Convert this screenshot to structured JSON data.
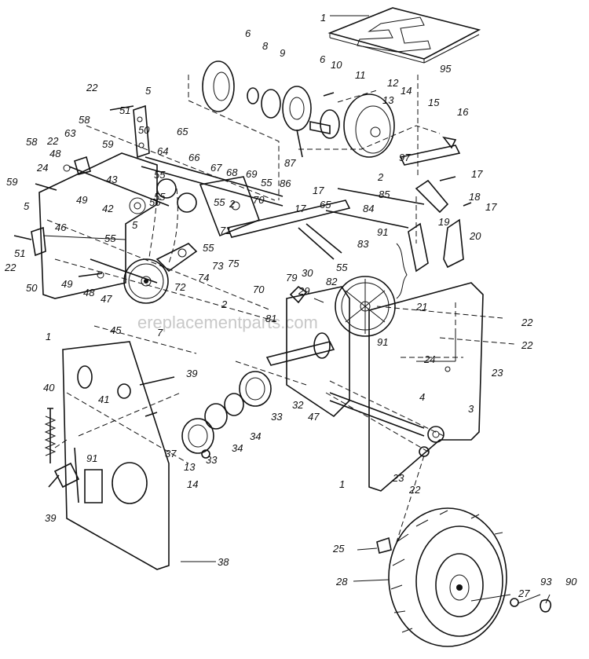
{
  "diagram": {
    "watermark": "ereplacementparts.com",
    "labels": [
      {
        "id": "l1a",
        "text": "1"
      },
      {
        "id": "l95",
        "text": "95"
      },
      {
        "id": "l6a",
        "text": "6"
      },
      {
        "id": "l8",
        "text": "8"
      },
      {
        "id": "l9",
        "text": "9"
      },
      {
        "id": "l6b",
        "text": "6"
      },
      {
        "id": "l10",
        "text": "10"
      },
      {
        "id": "l11",
        "text": "11"
      },
      {
        "id": "l12",
        "text": "12"
      },
      {
        "id": "l13a",
        "text": "13"
      },
      {
        "id": "l14a",
        "text": "14"
      },
      {
        "id": "l15",
        "text": "15"
      },
      {
        "id": "l16",
        "text": "16"
      },
      {
        "id": "l22a",
        "text": "22"
      },
      {
        "id": "l5a",
        "text": "5"
      },
      {
        "id": "l51a",
        "text": "51"
      },
      {
        "id": "l50a",
        "text": "50"
      },
      {
        "id": "l58a",
        "text": "58"
      },
      {
        "id": "l63",
        "text": "63"
      },
      {
        "id": "l59a",
        "text": "59"
      },
      {
        "id": "l22b",
        "text": "22"
      },
      {
        "id": "l48a",
        "text": "48"
      },
      {
        "id": "l65a",
        "text": "65"
      },
      {
        "id": "l58b",
        "text": "58"
      },
      {
        "id": "l24a",
        "text": "24"
      },
      {
        "id": "l64",
        "text": "64"
      },
      {
        "id": "l66",
        "text": "66"
      },
      {
        "id": "l67",
        "text": "67"
      },
      {
        "id": "l68",
        "text": "68"
      },
      {
        "id": "l69",
        "text": "69"
      },
      {
        "id": "l87",
        "text": "87"
      },
      {
        "id": "l97",
        "text": "97"
      },
      {
        "id": "l17a",
        "text": "17"
      },
      {
        "id": "l59b",
        "text": "59"
      },
      {
        "id": "l43",
        "text": "43"
      },
      {
        "id": "l55a",
        "text": "55"
      },
      {
        "id": "l55b",
        "text": "55"
      },
      {
        "id": "l55c",
        "text": "55"
      },
      {
        "id": "l86",
        "text": "86"
      },
      {
        "id": "l2a",
        "text": "2"
      },
      {
        "id": "l85",
        "text": "85"
      },
      {
        "id": "l17b",
        "text": "17"
      },
      {
        "id": "l18",
        "text": "18"
      },
      {
        "id": "l49a",
        "text": "49"
      },
      {
        "id": "l42",
        "text": "42"
      },
      {
        "id": "l56",
        "text": "56"
      },
      {
        "id": "l55d",
        "text": "55"
      },
      {
        "id": "l2b",
        "text": "2"
      },
      {
        "id": "l70a",
        "text": "70"
      },
      {
        "id": "l17c",
        "text": "17"
      },
      {
        "id": "l65b",
        "text": "65"
      },
      {
        "id": "l84",
        "text": "84"
      },
      {
        "id": "l19",
        "text": "19"
      },
      {
        "id": "l17d",
        "text": "17"
      },
      {
        "id": "l5b",
        "text": "5"
      },
      {
        "id": "l46",
        "text": "46"
      },
      {
        "id": "l5c",
        "text": "5"
      },
      {
        "id": "l71",
        "text": "71"
      },
      {
        "id": "l91a",
        "text": "91"
      },
      {
        "id": "l20",
        "text": "20"
      },
      {
        "id": "l55e",
        "text": "55"
      },
      {
        "id": "l55f",
        "text": "55"
      },
      {
        "id": "l83",
        "text": "83"
      },
      {
        "id": "l51b",
        "text": "51"
      },
      {
        "id": "l22c",
        "text": "22"
      },
      {
        "id": "l55g",
        "text": "55"
      },
      {
        "id": "l73",
        "text": "73"
      },
      {
        "id": "l75",
        "text": "75"
      },
      {
        "id": "l72",
        "text": "72"
      },
      {
        "id": "l74",
        "text": "74"
      },
      {
        "id": "l50b",
        "text": "50"
      },
      {
        "id": "l49b",
        "text": "49"
      },
      {
        "id": "l48b",
        "text": "48"
      },
      {
        "id": "l47a",
        "text": "47"
      },
      {
        "id": "l70b",
        "text": "70"
      },
      {
        "id": "l79",
        "text": "79"
      },
      {
        "id": "l30",
        "text": "30"
      },
      {
        "id": "l82",
        "text": "82"
      },
      {
        "id": "l29",
        "text": "29"
      },
      {
        "id": "l21",
        "text": "21"
      },
      {
        "id": "l2c",
        "text": "2"
      },
      {
        "id": "l45",
        "text": "45"
      },
      {
        "id": "l7",
        "text": "7"
      },
      {
        "id": "l1b",
        "text": "1"
      },
      {
        "id": "l81",
        "text": "81"
      },
      {
        "id": "l91b",
        "text": "91"
      },
      {
        "id": "l22d",
        "text": "22"
      },
      {
        "id": "l22e",
        "text": "22"
      },
      {
        "id": "l24b",
        "text": "24"
      },
      {
        "id": "l23a",
        "text": "23"
      },
      {
        "id": "l39a",
        "text": "39"
      },
      {
        "id": "l40",
        "text": "40"
      },
      {
        "id": "l41",
        "text": "41"
      },
      {
        "id": "l32",
        "text": "32"
      },
      {
        "id": "l47b",
        "text": "47"
      },
      {
        "id": "l33a",
        "text": "33"
      },
      {
        "id": "l4",
        "text": "4"
      },
      {
        "id": "l3",
        "text": "3"
      },
      {
        "id": "l34a",
        "text": "34"
      },
      {
        "id": "l34b",
        "text": "34"
      },
      {
        "id": "l37",
        "text": "37"
      },
      {
        "id": "l91c",
        "text": "91"
      },
      {
        "id": "l33b",
        "text": "33"
      },
      {
        "id": "l13b",
        "text": "13"
      },
      {
        "id": "l14b",
        "text": "14"
      },
      {
        "id": "l39b",
        "text": "39"
      },
      {
        "id": "l1c",
        "text": "1"
      },
      {
        "id": "l23b",
        "text": "23"
      },
      {
        "id": "l22f",
        "text": "22"
      },
      {
        "id": "l38",
        "text": "38"
      },
      {
        "id": "l25",
        "text": "25"
      },
      {
        "id": "l28",
        "text": "28"
      },
      {
        "id": "l27",
        "text": "27"
      },
      {
        "id": "l93",
        "text": "93"
      },
      {
        "id": "l90",
        "text": "90"
      }
    ]
  }
}
